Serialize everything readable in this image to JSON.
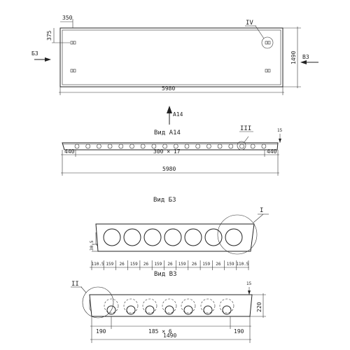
{
  "plan": {
    "dim_350": "350",
    "dim_375": "375",
    "dim_1490": "1490",
    "dim_5980": "5980",
    "label_b3_left": "Б3",
    "label_v3_right": "В3",
    "callout_iv": "IV"
  },
  "arrow_a14": {
    "label": "А14"
  },
  "view_a14": {
    "title": "Вид А14",
    "callout_iii": "III",
    "dim_15": "15",
    "dim_440_left": "440",
    "dim_300x17": "300 × 17",
    "dim_440_right": "440",
    "dim_5980": "5980"
  },
  "view_b3": {
    "title": "Вид Б3",
    "callout_i": "I",
    "dim_305": "30,5",
    "bottom_dims": [
      "110.5",
      "159",
      "26",
      "159",
      "26",
      "159",
      "26",
      "159",
      "26",
      "159",
      "26",
      "159",
      "110.5"
    ]
  },
  "view_v3": {
    "title": "Вид В3",
    "callout_ii": "II",
    "dim_15": "15",
    "dim_220": "220",
    "dim_190_left": "190",
    "dim_185x6": "185 × 6",
    "dim_190_right": "190",
    "dim_1490": "1490"
  }
}
